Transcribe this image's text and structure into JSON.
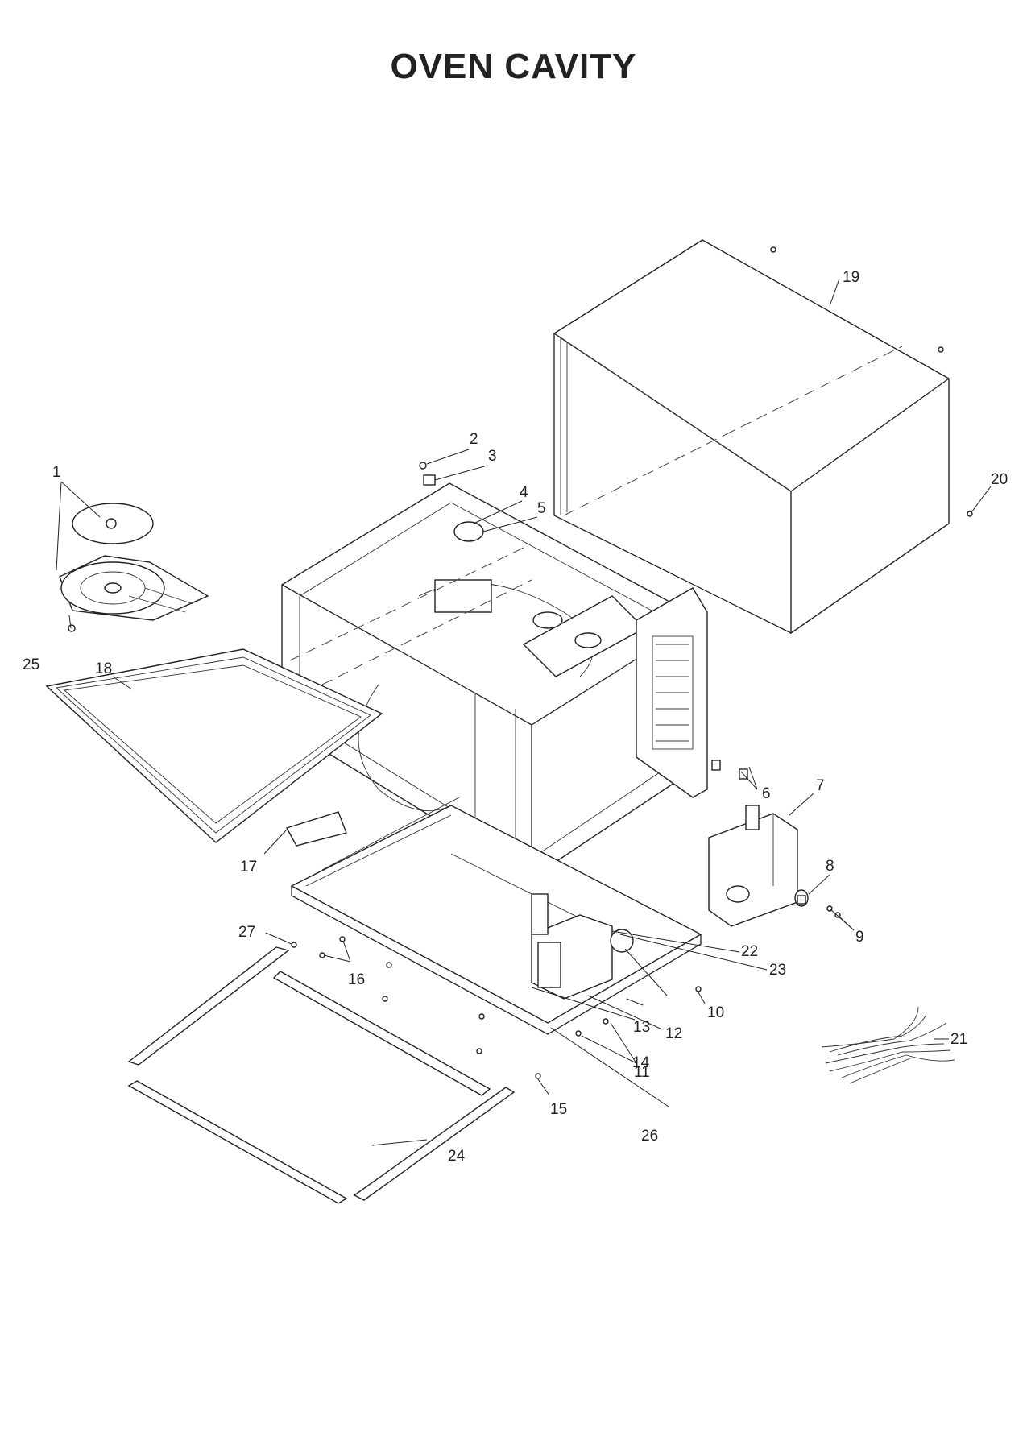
{
  "title": "OVEN CAVITY",
  "callouts": [
    "1",
    "2",
    "3",
    "4",
    "5",
    "6",
    "7",
    "8",
    "9",
    "10",
    "11",
    "12",
    "13",
    "14",
    "15",
    "16",
    "17",
    "18",
    "19",
    "20",
    "21",
    "22",
    "23",
    "24",
    "25",
    "26",
    "27"
  ]
}
